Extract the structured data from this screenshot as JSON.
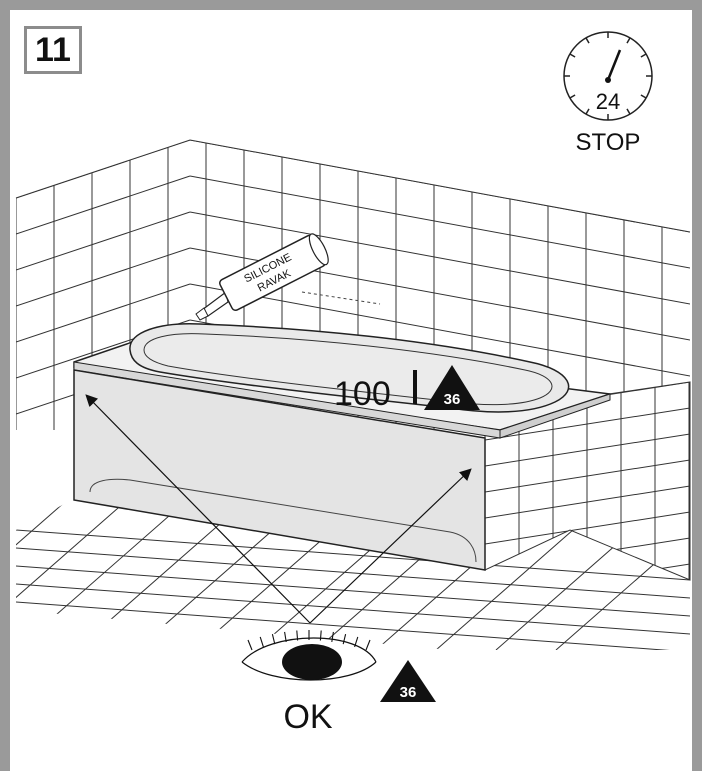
{
  "step": {
    "number": "11"
  },
  "timer": {
    "hours": "24",
    "label": "STOP"
  },
  "tube": {
    "line1": "SILICONE",
    "line2": "RAVAK"
  },
  "measure": {
    "value": "100"
  },
  "reference": {
    "page": "36"
  },
  "inspection": {
    "label": "OK"
  },
  "colors": {
    "frame": "#9a9a9a",
    "ink": "#111111",
    "panel": "#e6e6e6",
    "tub": "#eeeeee",
    "tile_line": "#333333"
  }
}
